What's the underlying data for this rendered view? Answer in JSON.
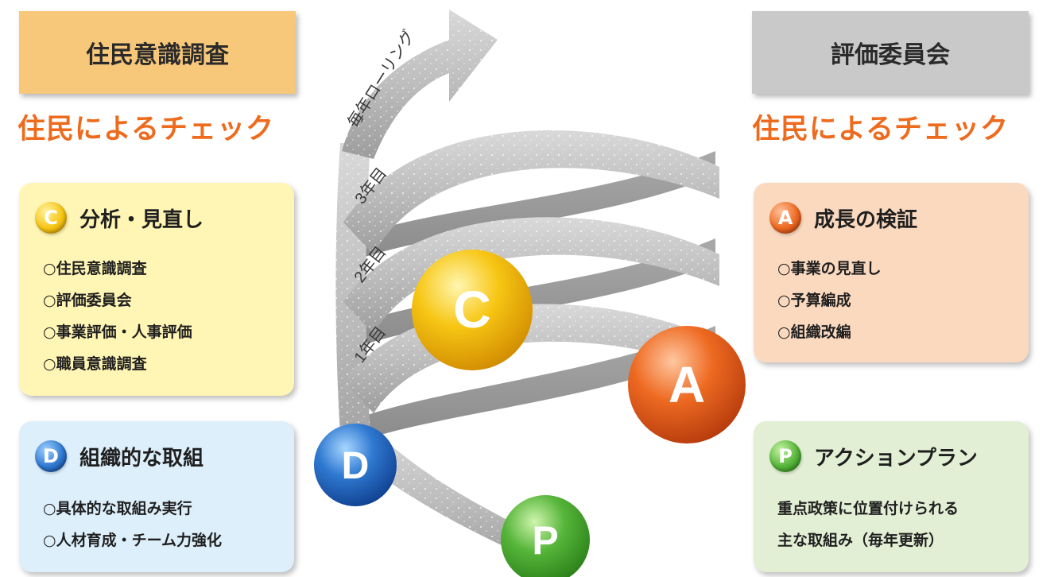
{
  "left": {
    "header": "住民意識調査",
    "check": "住民によるチェック",
    "card_c": {
      "letter": "C",
      "title": "分析・見直し",
      "items": [
        "○住民意識調査",
        "○評価委員会",
        "○事業評価・人事評価",
        "○職員意識調査"
      ]
    },
    "card_d": {
      "letter": "D",
      "title": "組織的な取組",
      "items": [
        "○具体的な取組み実行",
        "○人材育成・チーム力強化"
      ]
    }
  },
  "right": {
    "header": "評価委員会",
    "check": "住民によるチェック",
    "card_a": {
      "letter": "A",
      "title": "成長の検証",
      "items": [
        "○事業の見直し",
        "○予算編成",
        "○組織改編"
      ]
    },
    "card_p": {
      "letter": "P",
      "title": "アクションプラン",
      "items": [
        "重点政策に位置付けられる",
        "主な取組み（毎年更新）"
      ]
    }
  },
  "spiral": {
    "arrow_label": "毎年ローリング",
    "year_labels": [
      "3年目",
      "2年目",
      "1年目"
    ],
    "spheres": [
      "C",
      "A",
      "D",
      "P"
    ]
  },
  "colors": {
    "header_left": "#f7c77a",
    "header_right": "#c9c9c9",
    "check_text": "#ee6b1e",
    "card_c_bg": "#fff5b4",
    "card_d_bg": "#ddeffb",
    "card_a_bg": "#fbd9bf",
    "card_p_bg": "#e3efd5",
    "sphere_c": "#f7c614",
    "sphere_a": "#ee6a22",
    "sphere_d": "#2f79d1",
    "sphere_p": "#56b53a"
  }
}
